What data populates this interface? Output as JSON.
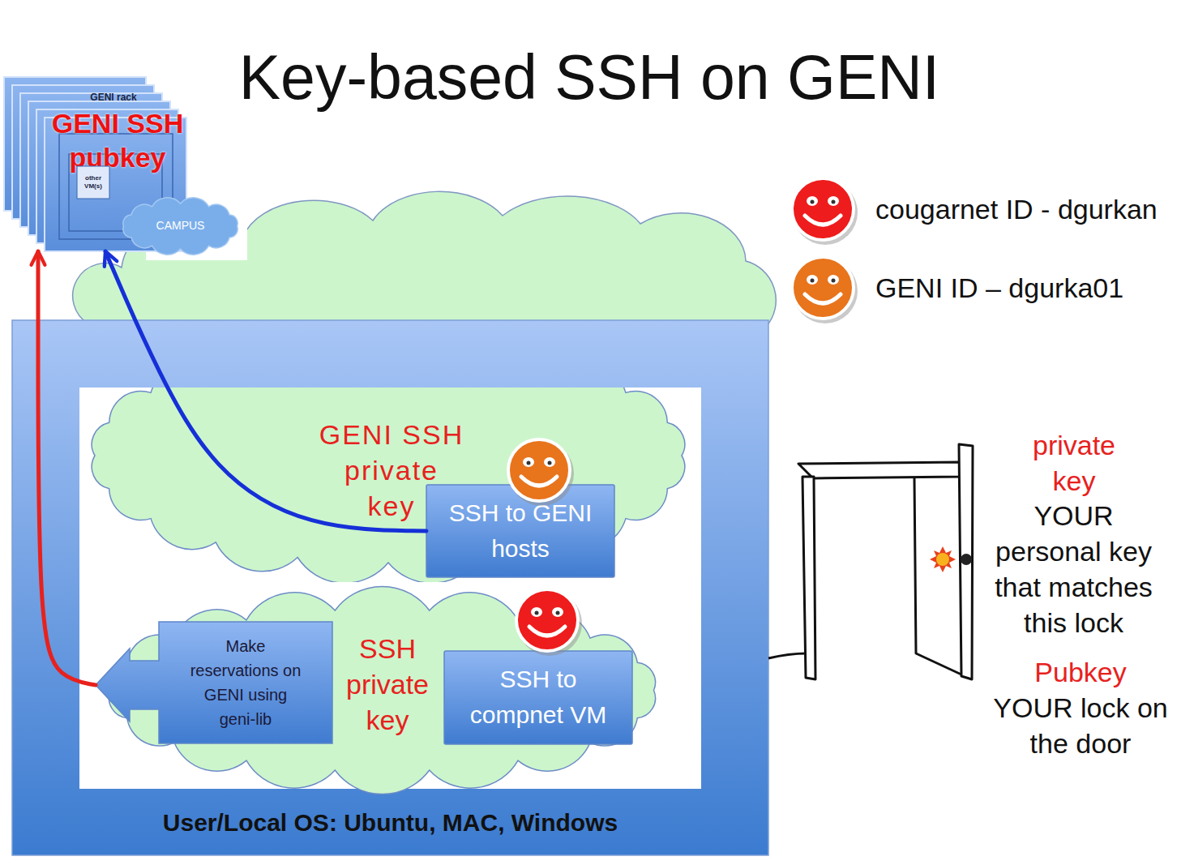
{
  "diagram": {
    "title": "Key-based SSH on GENI",
    "nodes": [
      {
        "text": [
          "GENI rack",
          "GENI SSH pubkey"
        ]
      },
      {
        "text": [
          "other VM(s)"
        ],
        "in": 0
      },
      {
        "text": [
          "CAMPUS"
        ]
      },
      {
        "text": [
          "User/Local OS: Ubuntu, MAC, Windows"
        ]
      },
      {
        "text": [
          "GENI SSH private key"
        ],
        "in": 3
      },
      {
        "text": [
          "SSH to GENI hosts"
        ],
        "in": 4
      },
      {
        "text": [
          "SSH private key"
        ],
        "in": 3
      },
      {
        "text": [
          "Make reservations on GENI using geni-lib"
        ],
        "in": 6
      },
      {
        "text": [
          "SSH to compnet VM"
        ],
        "in": 6
      }
    ],
    "edges": [
      {
        "from": 7,
        "to": 0,
        "arrow": "to"
      },
      {
        "from": 5,
        "to": 0,
        "arrow": "to"
      }
    ],
    "labels": [
      "private key",
      "YOUR personal key that matches this lock",
      "Pubkey",
      "YOUR lock on the door"
    ],
    "legend": [
      {
        "text": "cougarnet ID - dgurkan",
        "color": "#ee1c1c"
      },
      {
        "text": "GENI ID – dgurka01",
        "color": "#e8741c"
      }
    ]
  }
}
